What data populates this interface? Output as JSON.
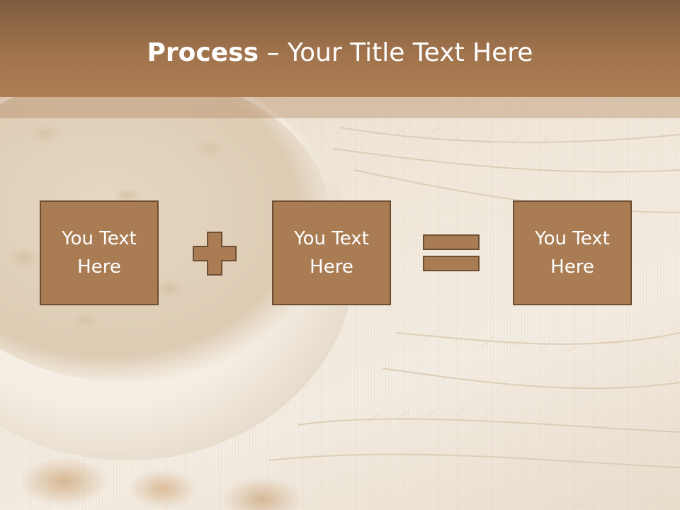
{
  "slide": {
    "title_bold": "Process",
    "title_rest": " – Your Title Text Here",
    "boxes": [
      {
        "label": "You Text\nHere"
      },
      {
        "label": "You Text\nHere"
      },
      {
        "label": "You Text\nHere"
      }
    ],
    "operators": [
      "plus-icon",
      "equals-icon"
    ]
  },
  "colors": {
    "title_bar": "#a0734c",
    "box_fill": "#a97c53",
    "box_border": "#6e4e33",
    "text": "#ffffff"
  }
}
